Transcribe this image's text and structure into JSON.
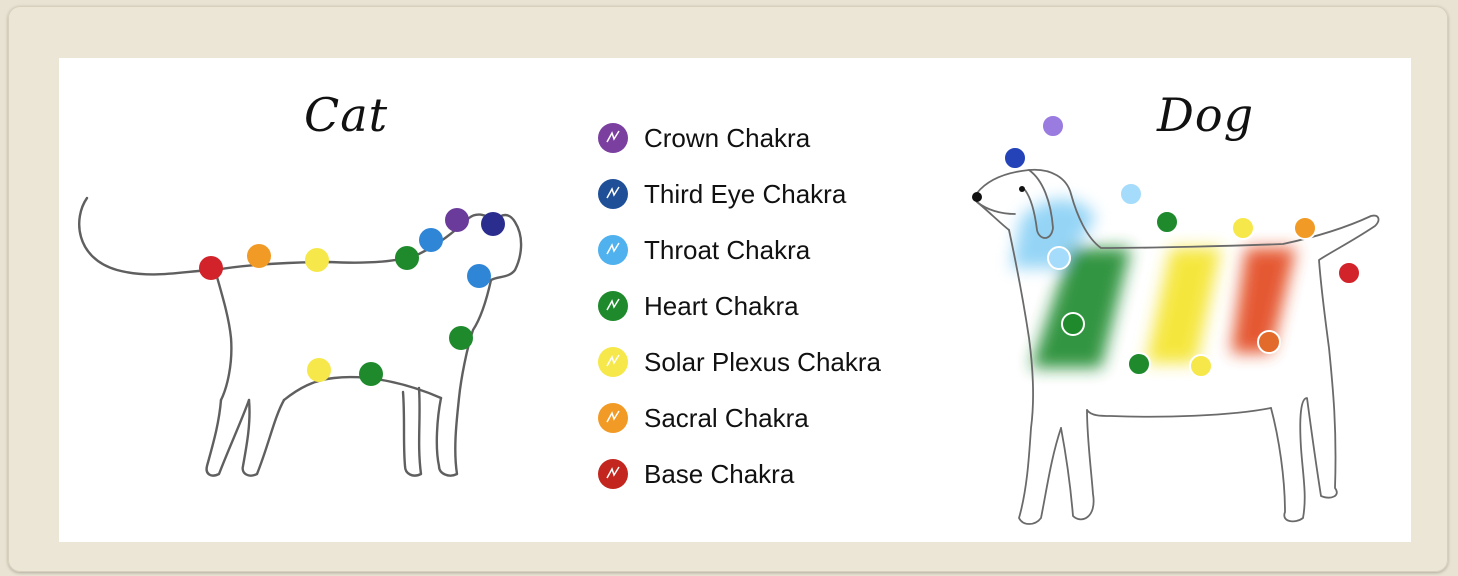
{
  "cat": {
    "title": "Cat"
  },
  "dog": {
    "title": "Dog"
  },
  "legend": [
    {
      "label": "Crown Chakra",
      "color": "#7b3fa0",
      "icon": "crown-chakra-icon"
    },
    {
      "label": "Third Eye Chakra",
      "color": "#1f4f97",
      "icon": "third-eye-chakra-icon"
    },
    {
      "label": "Throat Chakra",
      "color": "#4fb1ee",
      "icon": "throat-chakra-icon"
    },
    {
      "label": "Heart Chakra",
      "color": "#1e8a2c",
      "icon": "heart-chakra-icon"
    },
    {
      "label": "Solar Plexus Chakra",
      "color": "#f6e84a",
      "icon": "solar-plexus-chakra-icon"
    },
    {
      "label": "Sacral Chakra",
      "color": "#f19a26",
      "icon": "sacral-chakra-icon"
    },
    {
      "label": "Base Chakra",
      "color": "#c2261e",
      "icon": "base-chakra-icon"
    }
  ],
  "colors": {
    "frame": "#ece6d6",
    "panel": "#ffffff",
    "outline": "#5f5f5f"
  }
}
